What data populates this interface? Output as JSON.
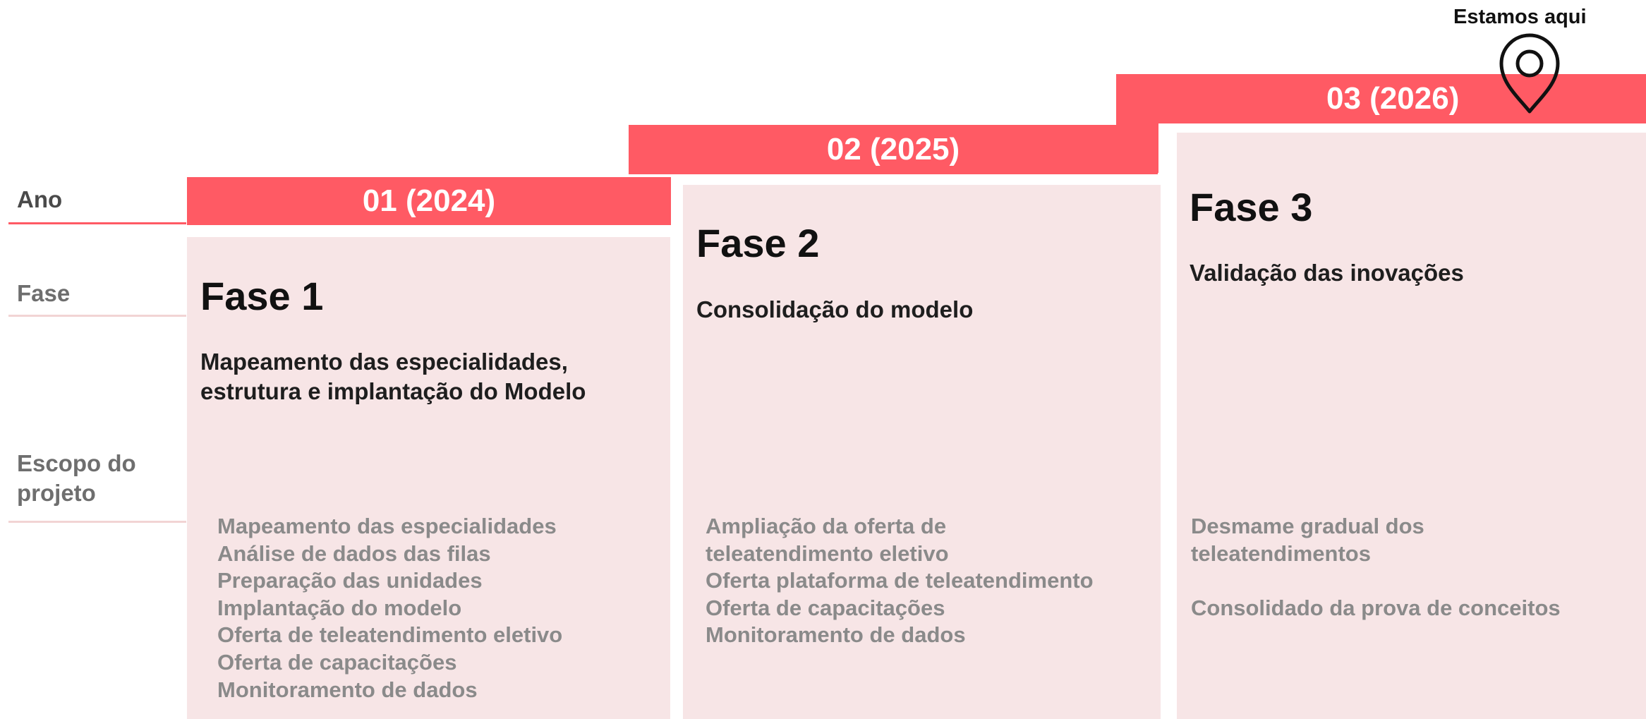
{
  "row_labels": {
    "year": "Ano",
    "phase": "Fase",
    "scope": "Escopo do projeto"
  },
  "marker": {
    "label": "Estamos aqui",
    "icon": "location-pin-icon"
  },
  "phases": [
    {
      "year_label": "01 (2024)",
      "title": "Fase 1",
      "description": "Mapeamento das especialidades, estrutura e implantação do Modelo",
      "scope": [
        "Mapeamento das especialidades",
        "Análise de dados das filas",
        "Preparação das unidades",
        "Implantação do modelo",
        "Oferta de teleatendimento eletivo",
        "Oferta de capacitações",
        "Monitoramento de dados"
      ]
    },
    {
      "year_label": "02 (2025)",
      "title": "Fase 2",
      "description": "Consolidação do modelo",
      "scope": [
        "Ampliação da oferta de teleatendimento eletivo",
        "Oferta plataforma de teleatendimento",
        "Oferta de capacitações",
        "Monitoramento de dados"
      ]
    },
    {
      "year_label": "03 (2026)",
      "title": "Fase 3",
      "description": "Validação das inovações",
      "scope": [
        "Desmame gradual dos teleatendimentos",
        "",
        "Consolidado da prova de conceitos"
      ]
    }
  ],
  "colors": {
    "accent": "#ff5a64",
    "panel": "#f7e5e6",
    "muted_text": "#8a8a8a"
  }
}
